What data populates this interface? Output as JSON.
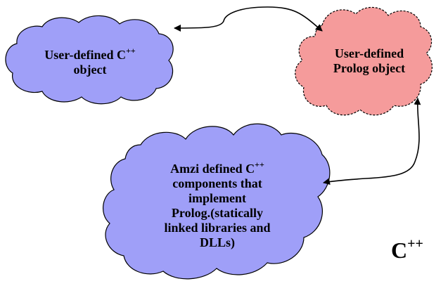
{
  "colors": {
    "cpp_cloud": "#9f9ff8",
    "prolog_cloud": "#f59b9b",
    "outline": "#000000"
  },
  "nodes": {
    "cpp_object": {
      "text": "User-defined C",
      "sup": "++",
      "text2": "object"
    },
    "prolog_object": {
      "line1": "User-defined",
      "line2": "Prolog object"
    },
    "amzi": {
      "line1": "Amzi defined C",
      "line1_sup": "++",
      "line2": "components that",
      "line3": "implement",
      "line4": "Prolog.(statically",
      "line5": "linked libraries and",
      "line6": "DLLs)"
    }
  },
  "corner": {
    "text": "C",
    "sup": "++"
  },
  "edges": [
    {
      "from": "prolog_object",
      "to": "cpp_object",
      "style": "bidirectional"
    },
    {
      "from": "prolog_object",
      "to": "amzi",
      "style": "bidirectional"
    }
  ]
}
